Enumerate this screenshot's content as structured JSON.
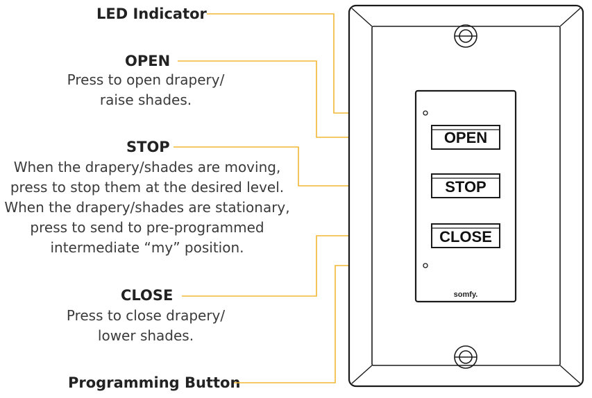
{
  "callouts": {
    "led": {
      "title": "LED Indicator"
    },
    "open": {
      "title": "OPEN",
      "desc": [
        "Press to open drapery/",
        "raise shades."
      ]
    },
    "stop": {
      "title": "STOP",
      "desc": [
        "When the drapery/shades are moving,",
        "press to stop them at the desired level.",
        "When the drapery/shades are stationary,",
        "press to send to pre-programmed",
        "intermediate “my” position."
      ]
    },
    "close": {
      "title": "CLOSE",
      "desc": [
        "Press to close drapery/",
        "lower shades."
      ]
    },
    "programming": {
      "title": "Programming Button"
    }
  },
  "device": {
    "buttons": [
      "OPEN",
      "STOP",
      "CLOSE"
    ],
    "logo": "somfy."
  },
  "colors": {
    "leader_line": "#F2B734",
    "outline": "#1a1a1a"
  }
}
